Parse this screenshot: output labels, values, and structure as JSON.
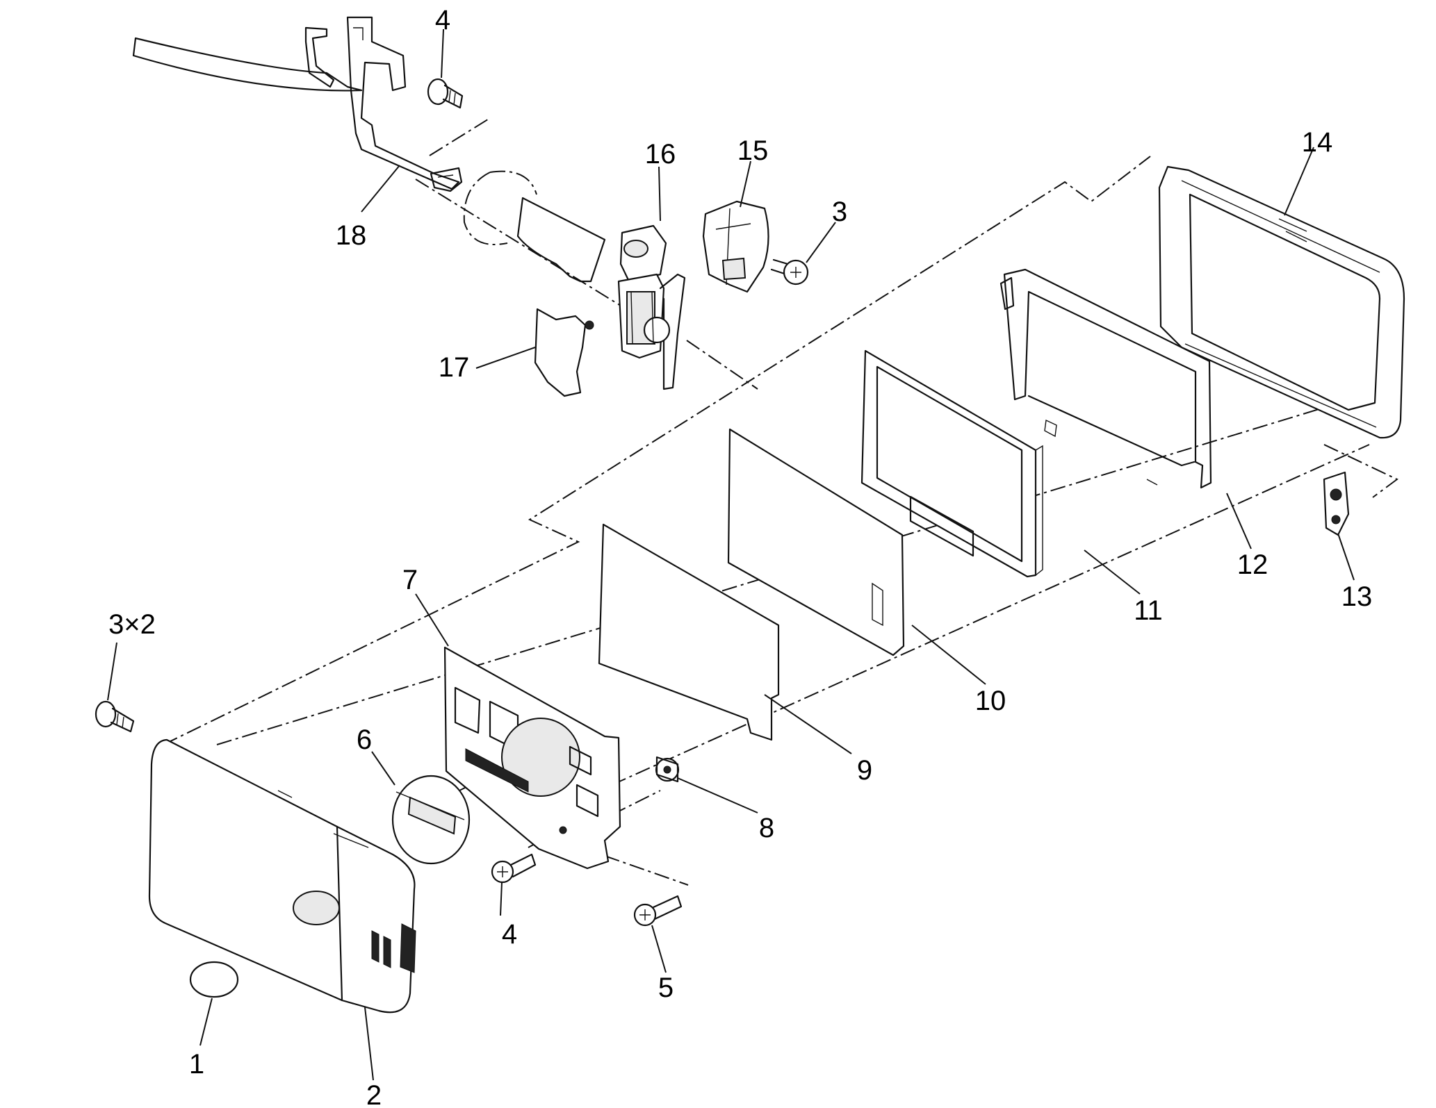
{
  "callouts": {
    "c1": "1",
    "c2": "2",
    "c3x2": "3×2",
    "c3": "3",
    "c4a": "4",
    "c4b": "4",
    "c5": "5",
    "c6": "6",
    "c7": "7",
    "c8": "8",
    "c9": "9",
    "c10": "10",
    "c11": "11",
    "c12": "12",
    "c13": "13",
    "c14": "14",
    "c15": "15",
    "c16": "16",
    "c17": "17",
    "c18": "18"
  }
}
